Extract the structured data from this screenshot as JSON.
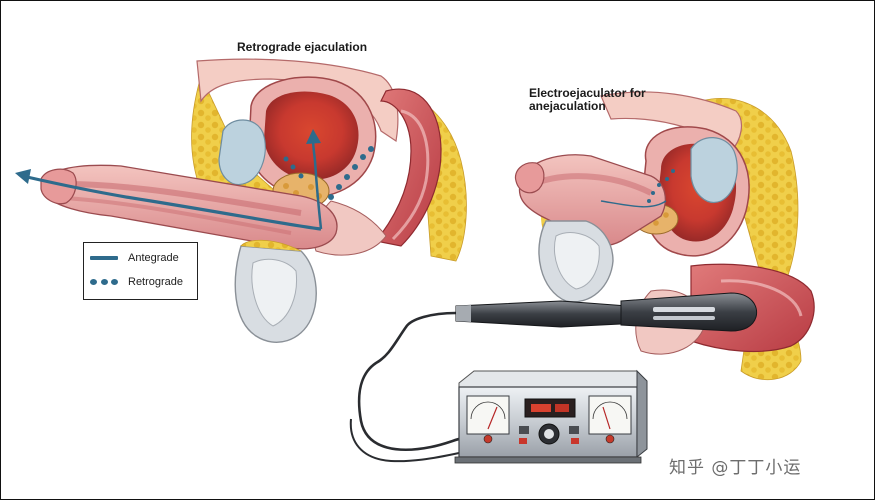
{
  "titles": {
    "left": "Retrograde ejaculation",
    "right_line1": "Electroejaculator for",
    "right_line2": "anejaculation"
  },
  "legend": {
    "items": [
      {
        "label": "Antegrade",
        "style": "solid"
      },
      {
        "label": "Retrograde",
        "style": "dotted"
      }
    ]
  },
  "watermark": "知乎 @丁丁小运",
  "colors": {
    "flow_blue": "#2e6b8c",
    "tissue_pink": "#e8a9a9",
    "muscle_red": "#c9454a",
    "fat_yellow": "#e8c23c",
    "bladder_blue": "#b9cfdc",
    "device_gray": "#c9ced4"
  }
}
